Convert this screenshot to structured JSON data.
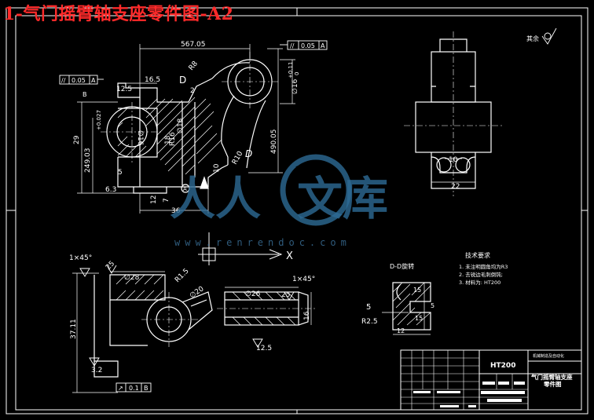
{
  "page_title": "1-气门摇臂轴支座零件图-A2",
  "watermark": {
    "cn_left": "人人",
    "cn_right": "文库",
    "url": "www.renrendoc.com"
  },
  "dimensions": {
    "d567": "567.05",
    "d165": "16.5",
    "d125": "12.5",
    "r8": "R8",
    "d2": "2",
    "dia16_top": "∅16",
    "d011": "+0.11",
    "d0": "0",
    "d4905": "490.05",
    "r10": "R10",
    "d29": "29",
    "d24903": "249.03",
    "d0027": "+0.027",
    "dia16_left": "∅16",
    "d5": "5",
    "d63": "6.3",
    "d12": "12",
    "d18": "18",
    "d36": "36",
    "d10": "10",
    "d7": "7",
    "d_r16": "R16",
    "dia18": "∅18",
    "d10b": "10",
    "d22": "22",
    "chamfer1": "1×45°",
    "d25": "25",
    "dia28": "∅28",
    "r15": "R1.5",
    "dia20": "∅20",
    "d3711": "37.11",
    "d32": "3.2",
    "chamfer2": "1×45°",
    "dia26": "∅26",
    "d25b": "25",
    "d16b": "16",
    "d125b": "12.5",
    "sec_5": "5",
    "sec_15a": "15",
    "sec_15b": "15",
    "sec_r25": "R2.5",
    "sec_12": "12",
    "sec_5b": "5",
    "label_D": "D",
    "label_D2": "D",
    "label_X": "X",
    "label_A": "A",
    "label_B": "B"
  },
  "tolerances": {
    "tol1": {
      "sym": "//",
      "val": "0.05",
      "datum": "A"
    },
    "tol2": {
      "sym": "//",
      "val": "0.05",
      "datum": "A"
    },
    "tol3": {
      "sym": "↗",
      "val": "0.1",
      "datum": "B"
    }
  },
  "roughness_note": "其余",
  "section_title": "D-D旋转",
  "tech": {
    "title": "技术要求",
    "items": [
      "1. 未注明圆角均为R3",
      "2. 去锐边毛刺倒钝;",
      "3. 材料为: HT200"
    ]
  },
  "title_block": {
    "material": "HT200",
    "part_name_l1": "气门摇臂轴支座",
    "part_name_l2": "零件图",
    "school": "机械制造及自动化"
  }
}
